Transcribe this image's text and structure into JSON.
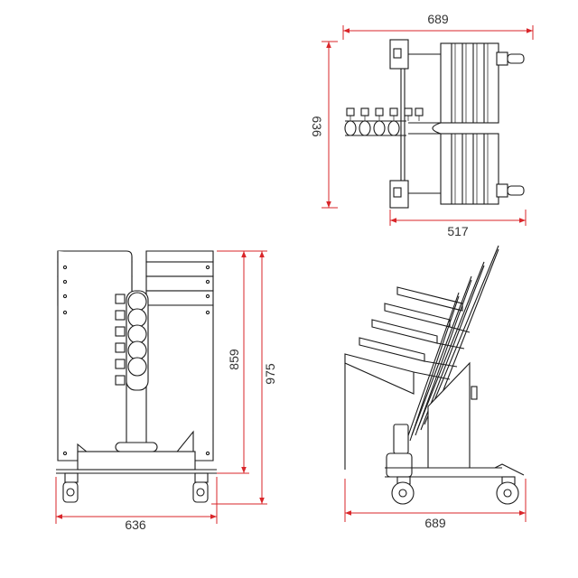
{
  "colors": {
    "line": "#1a1a1a",
    "dimension": "#d9262a",
    "background": "#ffffff"
  },
  "dimensions": {
    "top_width": "689",
    "top_depth": "636",
    "top_inner": "517",
    "front_height_inner": "859",
    "front_height_total": "975",
    "front_width": "636",
    "side_width": "689"
  }
}
